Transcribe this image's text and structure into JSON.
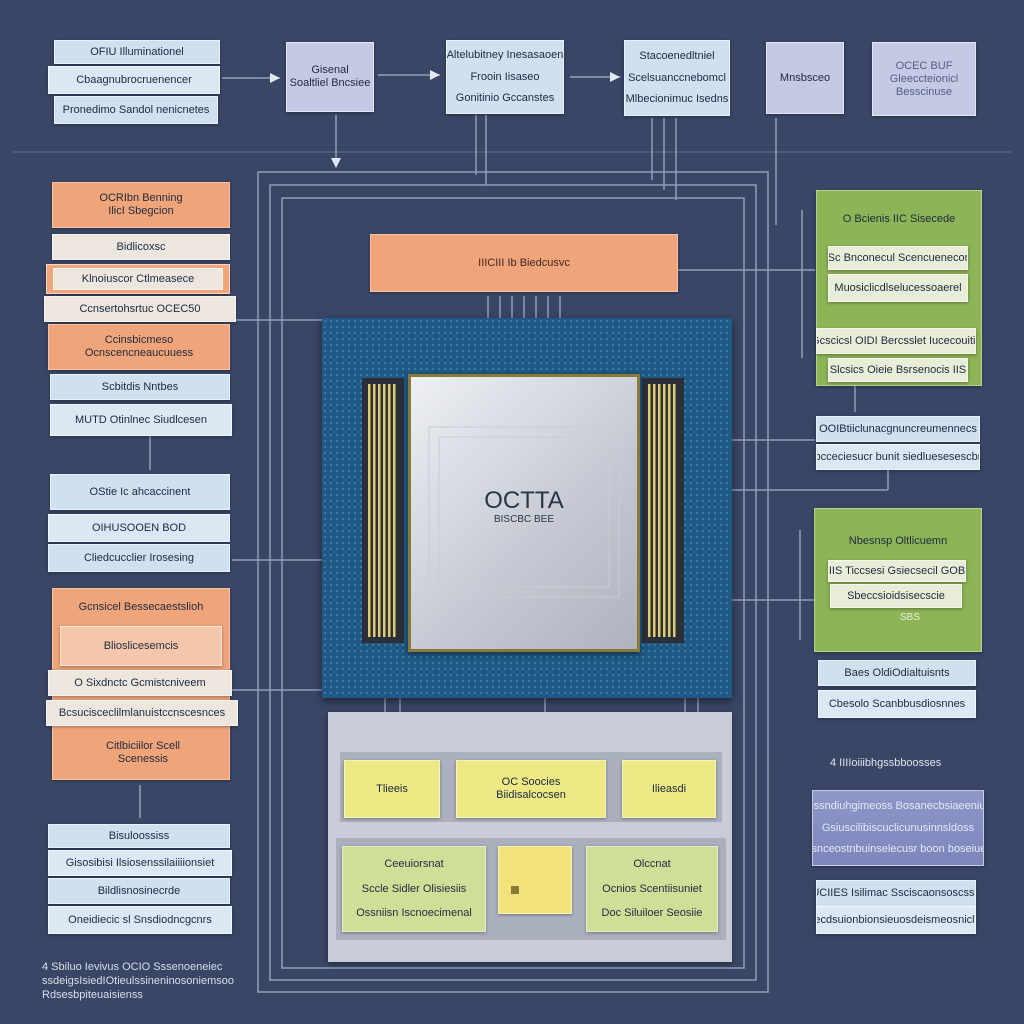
{
  "top": {
    "left_stack": [
      "OFIU Illuminationel",
      "Cbaagnubrocruenencer",
      "Pronedimo Sandol nenicnetes"
    ],
    "block1": [
      "Gisenal",
      "Soaltliel Bncsiee"
    ],
    "block2": [
      "Altelubitney Inesasaoen",
      "Frooin Iisaseo",
      "Gonitinio Gccanstes"
    ],
    "block3": [
      "Stacoenedltniel",
      "Scelsuanccnebomcl",
      "Mlbecionimuc Isedns"
    ],
    "block4": [
      "Mnsbsceo"
    ],
    "block5": [
      "OCEC BUF",
      "Gleeccteionicl",
      "Besscinuse"
    ]
  },
  "left": {
    "orange1": [
      "OCRIbn Benning",
      "IlicI Sbegcion"
    ],
    "item1": "Bidlicoxsc",
    "item2": "Klnoiuscor Ctlmeasece",
    "item3": "Ccnsertohsrtuc OCEC50",
    "orange2": [
      "Ccinsbicmeso",
      "Ocnscencneaucuuess"
    ],
    "item4": "Scbitdis Nntbes",
    "item5": "MUTD Otinlnec Siudlcesen",
    "group2": [
      "OStie Ic ahcaccinent",
      "OIHUSOOEN BOD",
      "Cliedcucclier Irosesing"
    ],
    "orange3_title": "Gcnsicel Bessecaestslioh",
    "item6": "Blioslicesemcis",
    "item7": "O Sixdnctc Gcmistcniveem",
    "item8": "Bcsucisceclilmlanuistccnscesnces",
    "orange3_bottom": [
      "Citlbiciilor Scell",
      "Scenessis"
    ],
    "group3": [
      "Bisuloossiss",
      "Gisosibisi Ilsiosenssilaiiiionsiet",
      "Bildlisnosinecrde",
      "Oneidiecic sl Snsdiodncgcnrs"
    ],
    "footer": [
      "4 Sbiluo Ievivus OCIO Sssenoeneiec",
      "ssdeigsIsiedIOtieulssineninosoniemsoo",
      "Rdsesbpiteuaisienss"
    ]
  },
  "center": {
    "header": "IIICIII Ib Biedcusvc",
    "chip_name": "OCTTA",
    "chip_sub": "BISCBC BEE",
    "memory_top": [
      "Tlieeis",
      "OC Soocies",
      "Biidisalcocsen",
      "Ilieasdi"
    ],
    "memory_bottom_left": [
      "Ceeuiorsnat",
      "Sccle Sidler Olisiesiis",
      "Ossniisn Iscnoecimenal"
    ],
    "memory_bottom_right": [
      "Olccnat",
      "Ocnios Scentiisuniet",
      "Doc Siluiloer Seosiie"
    ]
  },
  "right": {
    "green1_title": "O Bcienis IIC Sisecede",
    "green1_items": [
      "Sc Bnconecul Scencuenecor",
      "Muosiclicdlselucessoaerel",
      "Gcscicsl OIDI Bercsslet Iucecouitic",
      "Slcsics Oieie Bsrsenocis IIS"
    ],
    "pair1": [
      "OOIBtiiclunacgnuncreumennecs",
      "Cbcceciesucr bunit siedluesesescbnc"
    ],
    "green2_title": "Nbesnsp Oltlicuemn",
    "green2_items": [
      "IIS Ticcsesi Gsiecsecil GOB",
      "Sbeccsioidsisecscie"
    ],
    "green2_extra": "SBS",
    "pair2": [
      "Baes OldiOdialtuisnts",
      "Cbesolo Scanbbusdiosnnes"
    ],
    "label": "4 IIIIoiiibhgssbboosses",
    "lav_lines": [
      "Oossndiuhgimeoss Bosanecbsiaeeniucn",
      "Gsiuscilibiscuclicunusinnsldoss",
      "Dsnceostnbuinselecusr boon boseiuen"
    ],
    "bottom": [
      "IIUCIIES Isilimac Ssciscaonsoscssne",
      "Isecdsuionbionsieuosdeismeosnicles"
    ]
  },
  "colors": {
    "background": "#3a4666",
    "orange": "#f0a47a",
    "green": "#8db456",
    "blue": "#cfe0ef",
    "chip_board": "#1f5a86",
    "memory": "#ece884"
  }
}
